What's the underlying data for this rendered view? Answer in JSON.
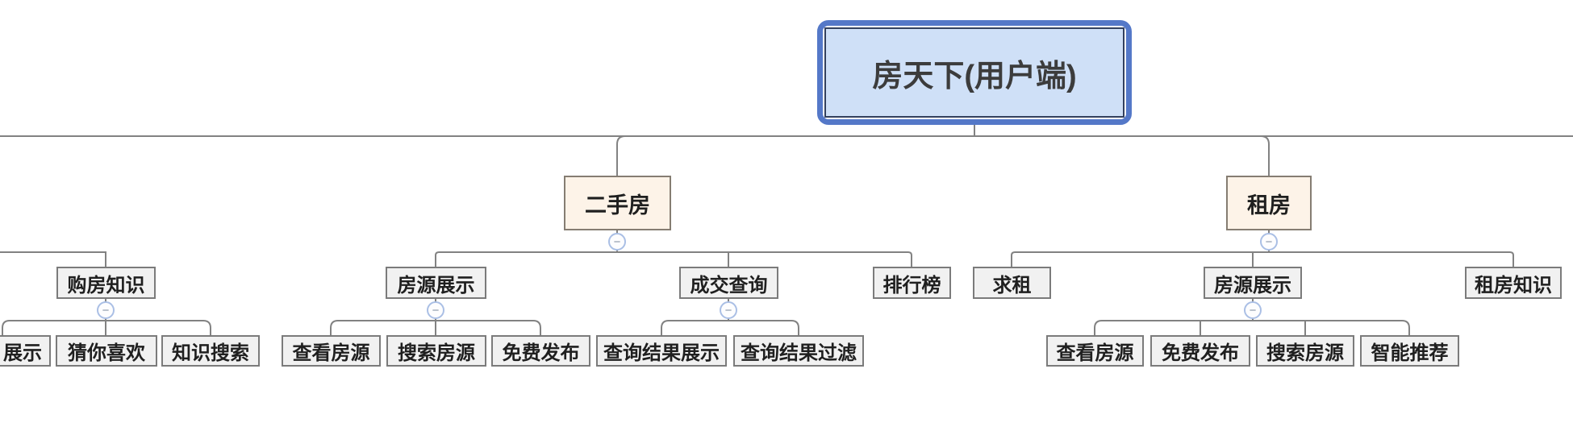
{
  "diagram_title": "房天下(用户端)",
  "icons": {
    "collapse_glyph": "−"
  },
  "colors": {
    "root_border": "#5478c8",
    "root_inner_border": "#33415f",
    "root_fill": "#cfe0f7",
    "branch_fill": "#fdf3e8",
    "branch_border": "#857d72",
    "topic_fill": "#f1f1f1",
    "topic_border": "#7b7b7b",
    "connector": "#828282",
    "collapse_ring": "#aabfe5"
  },
  "tree": {
    "root": {
      "label": "房天下(用户端)"
    },
    "truncated_left_branch": {
      "label": "购房知识",
      "children": [
        "展示",
        "猜你喜欢",
        "知识搜索"
      ]
    },
    "second_hand_house": {
      "label": "二手房",
      "children": [
        {
          "label": "房源展示",
          "children": [
            "查看房源",
            "搜索房源",
            "免费发布"
          ]
        },
        {
          "label": "成交查询",
          "children": [
            "查询结果展示",
            "查询结果过滤"
          ]
        },
        {
          "label": "排行榜",
          "children": []
        }
      ]
    },
    "rent_house": {
      "label": "租房",
      "children": [
        {
          "label": "求租",
          "children": []
        },
        {
          "label": "房源展示",
          "children": [
            "查看房源",
            "免费发布",
            "搜索房源",
            "智能推荐"
          ]
        },
        {
          "label": "租房知识",
          "children": []
        }
      ]
    }
  }
}
